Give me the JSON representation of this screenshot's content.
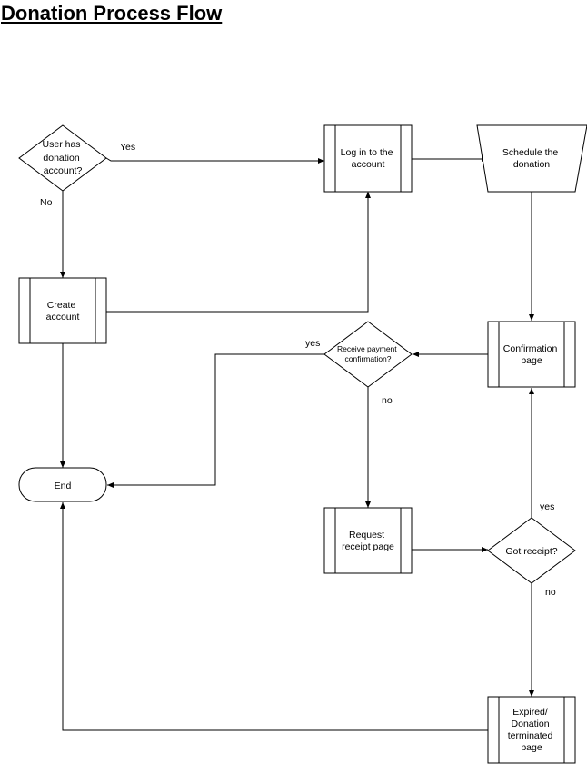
{
  "title": "Donation Process Flow",
  "nodes": {
    "user_has_account": {
      "lines": [
        "User has",
        "donation",
        "account?"
      ]
    },
    "log_in": {
      "lines": [
        "Log in to the",
        "account"
      ]
    },
    "schedule": {
      "lines": [
        "Schedule the",
        "donation"
      ]
    },
    "create_account": {
      "lines": [
        "Create",
        "account"
      ]
    },
    "receive_payment": {
      "lines": [
        "Receive payment",
        "confirmation?"
      ]
    },
    "confirmation_page": {
      "lines": [
        "Confirmation",
        "page"
      ]
    },
    "end": {
      "lines": [
        "End"
      ]
    },
    "request_receipt": {
      "lines": [
        "Request",
        "receipt page"
      ]
    },
    "got_receipt": {
      "lines": [
        "Got receipt?"
      ]
    },
    "expired": {
      "lines": [
        "Expired/",
        "Donation",
        "terminated",
        "page"
      ]
    }
  },
  "edge_labels": {
    "yes_login": "Yes",
    "no_create": "No",
    "yes_end": "yes",
    "no_request": "no",
    "yes_confirm": "yes",
    "no_expired": "no"
  }
}
